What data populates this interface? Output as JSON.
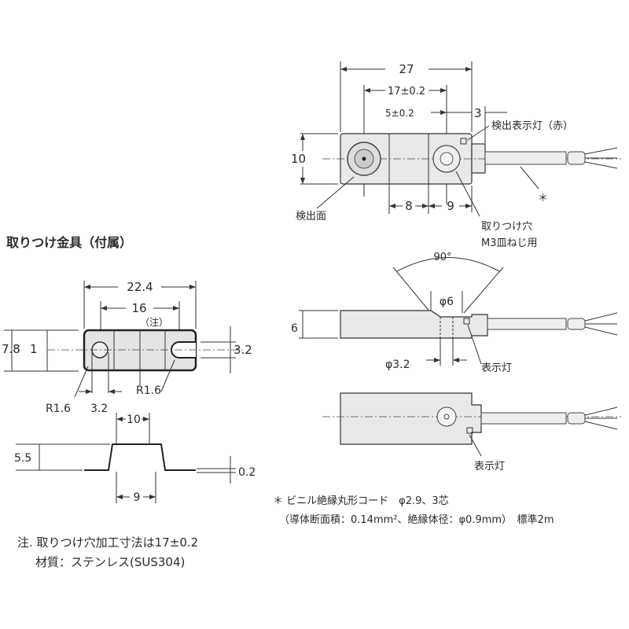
{
  "sensor_top_view": {
    "dim_length": "27",
    "dim_hole_pitch": "17±0.2",
    "dim_hole_offset": "5±0.2",
    "dim_step": "3",
    "dim_height": "10",
    "dim_segment_a": "8",
    "dim_segment_b": "9",
    "label_sensing_face": "検出面",
    "label_indicator": "検出表示灯（赤）",
    "label_mount_hole_1": "取りつけ穴",
    "label_mount_hole_2": "M3皿ねじ用",
    "label_cable_mark": "＊"
  },
  "sensor_side_view": {
    "dim_angle": "90°",
    "dim_counterbore": "φ6",
    "dim_thickness": "6",
    "dim_hole": "φ3.2",
    "label_indicator": "表示灯"
  },
  "sensor_bottom_view": {
    "label_indicator": "表示灯"
  },
  "bracket": {
    "title": "取りつけ金具（付属）",
    "dim_length": "22.4",
    "dim_hole_pitch": "16",
    "note_mark": "（注）",
    "dim_width": "7.8",
    "dim_slot_offset": "1",
    "dim_slot_width": "3.2",
    "dim_radius_left": "R1.6",
    "dim_hole_dia": "3.2",
    "dim_radius_right": "R1.6",
    "dim_top_width": "10",
    "dim_profile_height": "5.5",
    "dim_thickness": "0.2",
    "dim_bottom_width": "9"
  },
  "cable_note": {
    "line1": "＊ ビニル絶縁丸形コード　φ2.9、3芯",
    "line2": "（導体断面積：0.14mm²、絶縁体径：φ0.9mm）　標準2m"
  },
  "notes": {
    "line1": "注. 取りつけ穴加工寸法は17±0.2",
    "line2": "材質：ステンレス(SUS304)"
  }
}
